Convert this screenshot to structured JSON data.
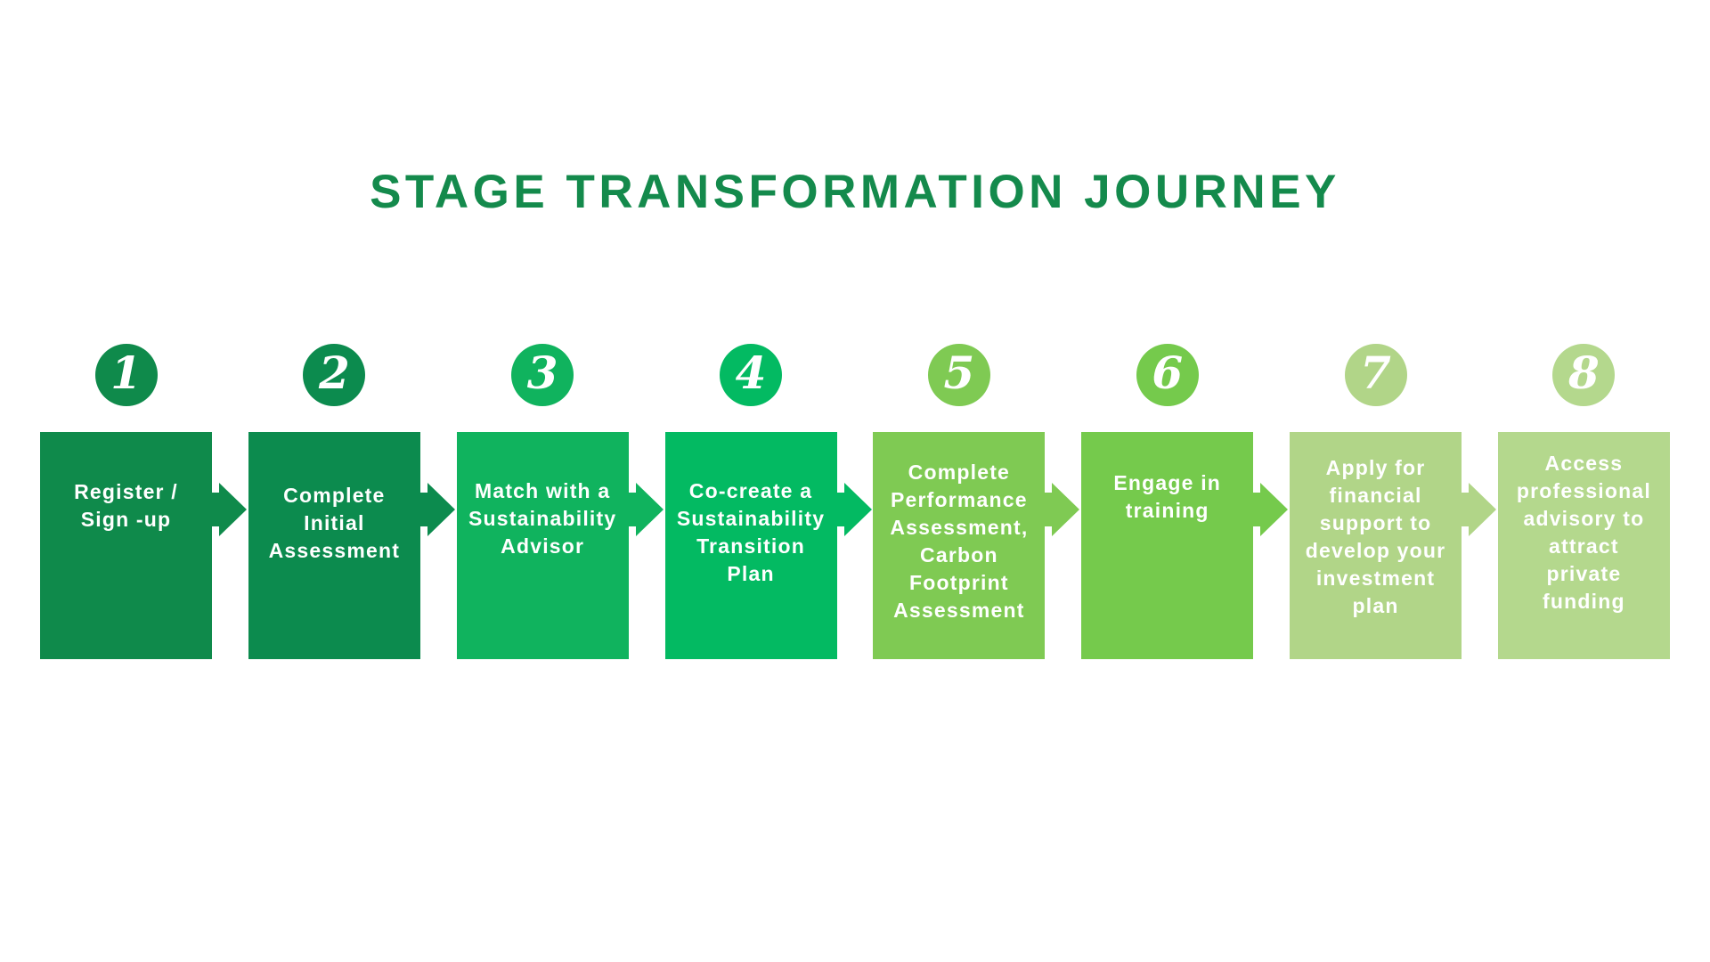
{
  "page": {
    "title": "STAGE TRANSFORMATION JOURNEY",
    "title_color": "#148A4C",
    "background_color": "#FFFFFF"
  },
  "stages": [
    {
      "number": "1",
      "label": "Register /\nSign -up",
      "color": "#0F8A4B"
    },
    {
      "number": "2",
      "label": "Complete\nInitial\nAssessment",
      "color": "#0C8B4E"
    },
    {
      "number": "3",
      "label": "Match with a\nSustainability\nAdvisor",
      "color": "#10B35E"
    },
    {
      "number": "4",
      "label": "Co-create a\nSustainability\nTransition\nPlan",
      "color": "#03BA62"
    },
    {
      "number": "5",
      "label": "Complete\nPerformance\nAssessment,\nCarbon\nFootprint\nAssessment",
      "color": "#7FCA53"
    },
    {
      "number": "6",
      "label": "Engage in\ntraining",
      "color": "#75CA4C"
    },
    {
      "number": "7",
      "label": "Apply for\nfinancial\nsupport to\ndevelop your\ninvestment\nplan",
      "color": "#B1D588"
    },
    {
      "number": "8",
      "label": "Access\nprofessional\nadvisory to\nattract\nprivate\nfunding",
      "color": "#B4D88D"
    }
  ]
}
